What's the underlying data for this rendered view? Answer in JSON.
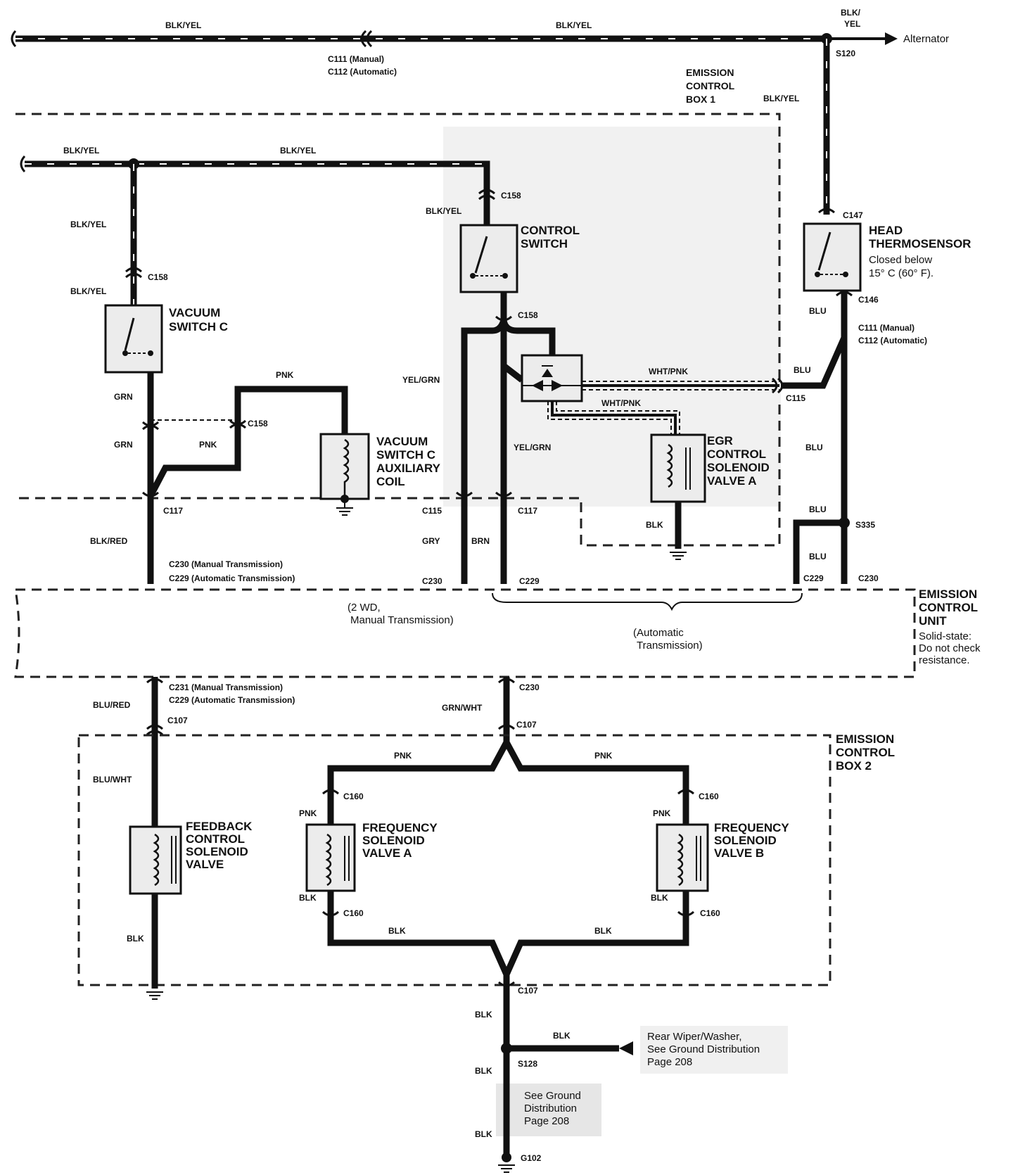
{
  "wire_labels": {
    "top_left": "BLK/YEL",
    "top_mid": "BLK/YEL",
    "top_right_a": "BLK/",
    "top_right_b": "YEL",
    "s120_down": "BLK/YEL",
    "box1_left": "BLK/YEL",
    "box1_mid": "BLK/YEL",
    "vac_down1": "BLK/YEL",
    "vac_down2": "BLK/YEL",
    "cs_up": "BLK/YEL",
    "grn1": "GRN",
    "grn2": "GRN",
    "pnk_top": "PNK",
    "pnk_mid": "PNK",
    "yel_grn1": "YEL/GRN",
    "yel_grn2": "YEL/GRN",
    "wht_pnk1": "WHT/PNK",
    "wht_pnk2": "WHT/PNK",
    "blu1": "BLU",
    "blu2": "BLU",
    "blu3": "BLU",
    "blu4": "BLU",
    "blu5": "BLU",
    "blk_egr": "BLK",
    "blk_red": "BLK/RED",
    "gry": "GRY",
    "brn": "BRN",
    "blu_red": "BLU/RED",
    "grn_wht": "GRN/WHT",
    "blu_wht": "BLU/WHT",
    "pnk_l": "PNK",
    "pnk_r": "PNK",
    "pnk_fa": "PNK",
    "pnk_fb": "PNK",
    "blk_fa": "BLK",
    "blk_fb": "BLK",
    "blk_bl": "BLK",
    "blk_br": "BLK",
    "blk_fc": "BLK",
    "blk_107": "BLK",
    "blk_s128": "BLK",
    "blk_rear": "BLK",
    "blk_g102": "BLK"
  },
  "connectors": {
    "c111_manual": "C111 (Manual)",
    "c112_auto": "C112 (Automatic)",
    "s120": "S120",
    "c158_a": "C158",
    "c158_b": "C158",
    "c158_c": "C158",
    "c158_d": "C158",
    "c147": "C147",
    "c146": "C146",
    "c111_r": "C111 (Manual)",
    "c112_r": "C112 (Automatic)",
    "c115_r": "C115",
    "c117_a": "C117",
    "c115_b": "C115",
    "c117_b": "C117",
    "s335": "S335",
    "c230_manual": "C230  (Manual Transmission)",
    "c229_auto": "C229  (Automatic Transmission)",
    "c230_a": "C230",
    "c229_a": "C229",
    "c229_b": "C229",
    "c230_b": "C230",
    "c231_manual": "C231  (Manual Transmission)",
    "c229_auto2": "C229  (Automatic Transmission)",
    "c230_c": "C230",
    "c107_a": "C107",
    "c107_b": "C107",
    "c160_a": "C160",
    "c160_b": "C160",
    "c160_c": "C160",
    "c160_d": "C160",
    "c107_c": "C107",
    "s128": "S128",
    "g102": "G102"
  },
  "components": {
    "alternator": "Alternator",
    "box1": [
      "EMISSION",
      "CONTROL",
      "BOX 1"
    ],
    "control_switch": [
      "CONTROL",
      "SWITCH"
    ],
    "head_thermo": [
      "HEAD",
      "THERMOSENSOR"
    ],
    "head_thermo_note": [
      "Closed below",
      "15°  C (60°  F)."
    ],
    "vacuum_switch_c": [
      "VACUUM",
      "SWITCH C"
    ],
    "vac_aux": [
      "VACUUM",
      "SWITCH C",
      "AUXILIARY",
      "COIL"
    ],
    "egr": [
      "EGR",
      "CONTROL",
      "SOLENOID",
      "VALVE A"
    ],
    "ecu": [
      "EMISSION",
      "CONTROL",
      "UNIT"
    ],
    "ecu_note": [
      "Solid-state:",
      "Do not check",
      "resistance."
    ],
    "ecu_2wd": [
      "(2 WD,",
      "Manual Transmission)"
    ],
    "ecu_auto": [
      "(Automatic",
      "Transmission)"
    ],
    "box2": [
      "EMISSION",
      "CONTROL",
      "BOX 2"
    ],
    "feedback": [
      "FEEDBACK",
      "CONTROL",
      "SOLENOID",
      "VALVE"
    ],
    "freq_a": [
      "FREQUENCY",
      "SOLENOID",
      "VALVE A"
    ],
    "freq_b": [
      "FREQUENCY",
      "SOLENOID",
      "VALVE B"
    ],
    "rear_wiper": [
      "Rear Wiper/Washer,",
      "See Ground Distribution",
      "Page 208"
    ],
    "see_ground": [
      "See Ground",
      "Distribution",
      "Page 208"
    ]
  }
}
